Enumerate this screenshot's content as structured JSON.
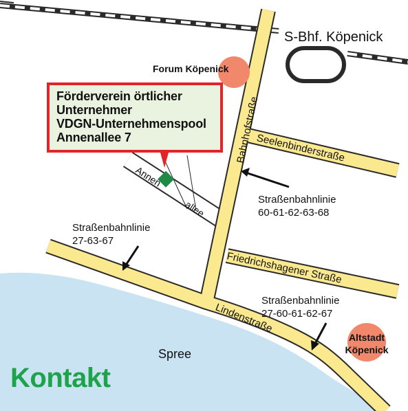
{
  "map": {
    "station": "S-Bhf. Köpenick",
    "poi_forum": "Forum Köpenick",
    "poi_altstadt_line1": "Altstadt",
    "poi_altstadt_line2": "Köpenick",
    "river": "Spree",
    "streets": {
      "bahnhofstrasse": "Bahnhofstraße",
      "seelenbinderstrasse": "Seelenbinderstraße",
      "friedrichshagener": "Friedrichshagener Straße",
      "lindenstrasse": "Lindenstraße",
      "annen": "Annen",
      "allee": "allee"
    },
    "tram_stops": [
      {
        "title": "Straßenbahnlinie",
        "lines": "60-61-62-63-68"
      },
      {
        "title": "Straßenbahnlinie",
        "lines": "27-63-67"
      },
      {
        "title": "Straßenbahnlinie",
        "lines": "27-60-61-62-67"
      }
    ],
    "callout": {
      "line1": "Förderverein örtlicher",
      "line2": "Unternehmer",
      "line3": "VDGN-Unternehmenspool",
      "line4": "Annenallee 7"
    },
    "colors": {
      "street": "#fae98f",
      "street_outline": "#2a2a2a",
      "water": "#c9e3f2",
      "poi": "#f1876b",
      "marker": "#1f8a45",
      "pin": "#e0262b",
      "callout_border": "#e0262b",
      "callout_bg": "#eaf3df",
      "heading": "#1ea34a"
    }
  },
  "heading": "Kontakt"
}
